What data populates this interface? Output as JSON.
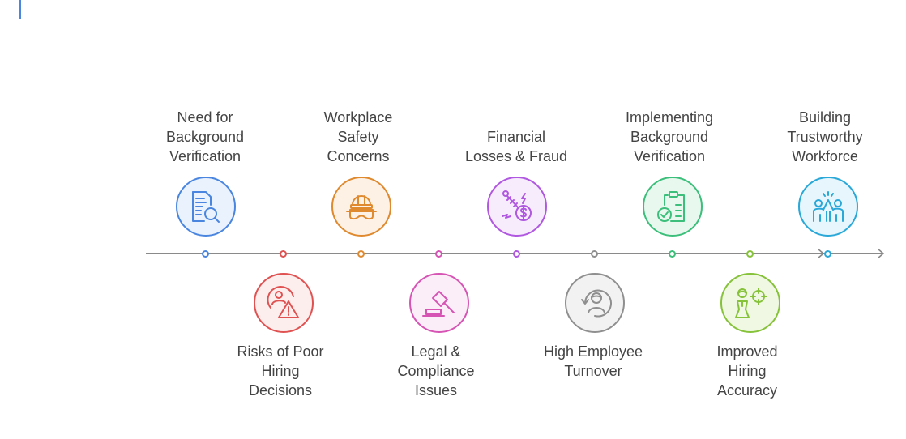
{
  "diagram": {
    "type": "timeline",
    "steps": [
      {
        "label": "Need for Background Verification",
        "lines": [
          "Need for",
          "Background",
          "Verification"
        ],
        "position": "top",
        "icon": "document-search-icon",
        "color": "#4a86e0",
        "fill": "#eaf2fd"
      },
      {
        "label": "Risks of Poor Hiring Decisions",
        "lines": [
          "Risks of Poor",
          "Hiring",
          "Decisions"
        ],
        "position": "bottom",
        "icon": "person-warning-icon",
        "color": "#e05252",
        "fill": "#fdeeee"
      },
      {
        "label": "Workplace Safety Concerns",
        "lines": [
          "Workplace",
          "Safety",
          "Concerns"
        ],
        "position": "top",
        "icon": "hardhat-goggles-icon",
        "color": "#e08a30",
        "fill": "#fdf1e6"
      },
      {
        "label": "Legal & Compliance Issues",
        "lines": [
          "Legal &",
          "Compliance",
          "Issues"
        ],
        "position": "bottom",
        "icon": "gavel-icon",
        "color": "#d655b4",
        "fill": "#fbeef8"
      },
      {
        "label": "Financial Losses & Fraud",
        "lines": [
          "Financial",
          "Losses & Fraud"
        ],
        "position": "top",
        "icon": "money-fraud-icon",
        "color": "#b058e0",
        "fill": "#f6ecfc"
      },
      {
        "label": "High Employee Turnover",
        "lines": [
          "High Employee",
          "Turnover"
        ],
        "position": "bottom",
        "icon": "person-rotate-icon",
        "color": "#8f8f8f",
        "fill": "#f2f2f2"
      },
      {
        "label": "Implementing Background Verification",
        "lines": [
          "Implementing",
          "Background",
          "Verification"
        ],
        "position": "top",
        "icon": "clipboard-check-icon",
        "color": "#3cbf7a",
        "fill": "#e8f8ef"
      },
      {
        "label": "Improved Hiring Accuracy",
        "lines": [
          "Improved",
          "Hiring",
          "Accuracy"
        ],
        "position": "bottom",
        "icon": "person-target-icon",
        "color": "#86c23a",
        "fill": "#f0f8e4"
      },
      {
        "label": "Building Trustworthy Workforce",
        "lines": [
          "Building",
          "Trustworthy",
          "Workforce"
        ],
        "position": "top",
        "icon": "high-five-icon",
        "color": "#2aa8d8",
        "fill": "#e6f6fc"
      }
    ],
    "axis_color": "#8a8a8a",
    "cursor_color": "#4a86e0"
  }
}
